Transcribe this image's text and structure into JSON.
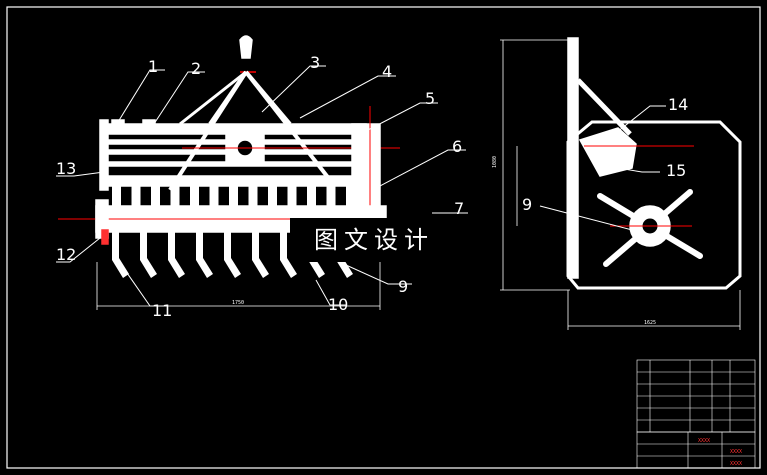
{
  "front_view": {
    "callouts": {
      "c1": "1",
      "c2": "2",
      "c3": "3",
      "c4": "4",
      "c5": "5",
      "c6": "6",
      "c7": "7",
      "c9": "9",
      "c10": "10",
      "c11": "11",
      "c12": "12",
      "c13": "13"
    },
    "dimension_width": "1750"
  },
  "side_view": {
    "callouts": {
      "c14": "14",
      "c15": "15",
      "c9": "9"
    },
    "dimension_height": "1080",
    "dimension_width": "1625"
  },
  "watermark": "图文设计",
  "title_block": {
    "codes": [
      "XXXX",
      "XXXX",
      "XXXX"
    ]
  },
  "colors": {
    "background": "#000000",
    "line": "#ffffff",
    "centerline": "#ff0000",
    "accent": "#ff3030"
  }
}
